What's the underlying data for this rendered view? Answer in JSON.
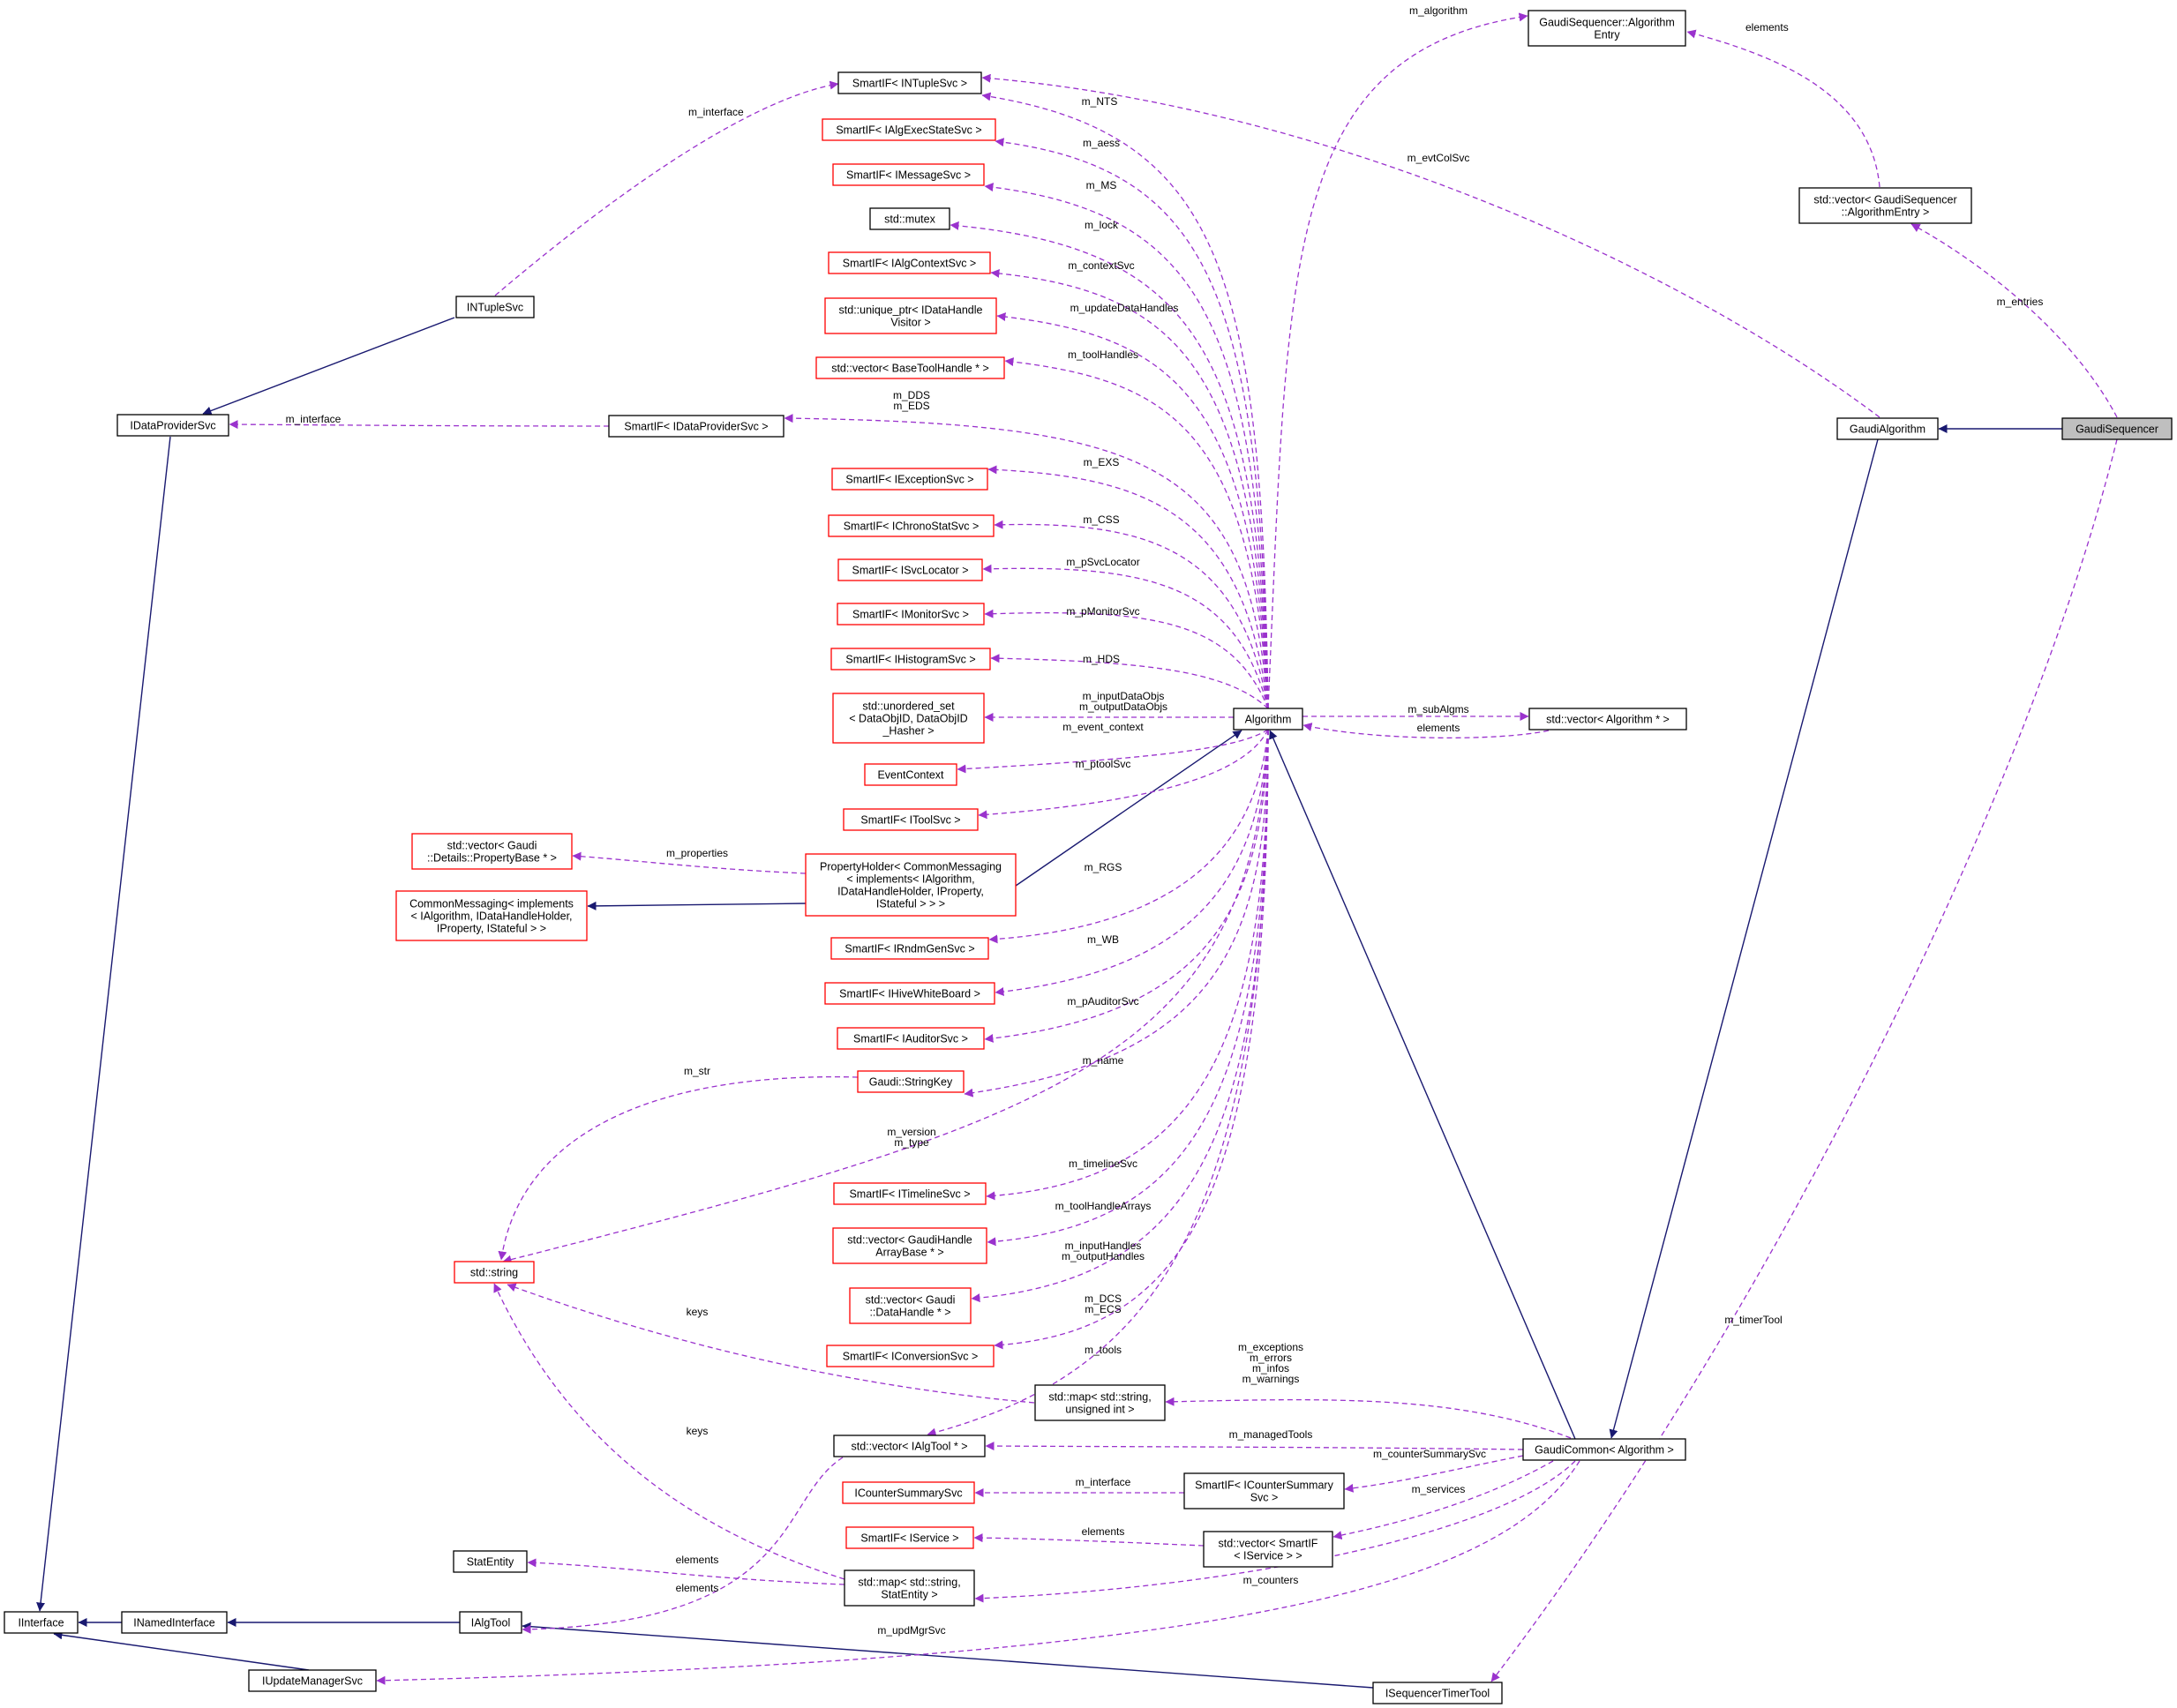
{
  "colors": {
    "inheritance_edge": "#191970",
    "usage_edge": "#9a32cd",
    "incomplete_node_border": "#ff0000",
    "documented_node_border": "#000000",
    "focus_node_fill": "#bfbfbf"
  },
  "nodes": {
    "gaudi_sequencer": "GaudiSequencer",
    "gaudi_algorithm": "GaudiAlgorithm",
    "algorithm": "Algorithm",
    "gaudi_common": "GaudiCommon< Algorithm >",
    "algorithm_entry": [
      "GaudiSequencer::Algorithm",
      "Entry"
    ],
    "vector_algorithm_entry": [
      "std::vector< GaudiSequencer",
      "::AlgorithmEntry >"
    ],
    "vector_algorithm_ptr": "std::vector< Algorithm * >",
    "smartif_intuplesvc": "SmartIF< INTupleSvc >",
    "smartif_ialgexecstatesvc": "SmartIF< IAlgExecStateSvc >",
    "smartif_imessagesvc": "SmartIF< IMessageSvc >",
    "std_mutex": "std::mutex",
    "smartif_ialgcontextsvc": "SmartIF< IAlgContextSvc >",
    "unique_ptr_idatahandlevisitor": [
      "std::unique_ptr< IDataHandle",
      "Visitor >"
    ],
    "vector_basetoolhandle": "std::vector< BaseToolHandle * >",
    "smartif_idataprovidersvc": "SmartIF< IDataProviderSvc >",
    "smartif_iexceptionsvc": "SmartIF< IExceptionSvc >",
    "smartif_ichronostatsvc": "SmartIF< IChronoStatSvc >",
    "smartif_isvclocator": "SmartIF< ISvcLocator >",
    "smartif_imonitorsvc": "SmartIF< IMonitorSvc >",
    "smartif_ihistogramsvc": "SmartIF< IHistogramSvc >",
    "unordered_set_dataobjid": [
      "std::unordered_set",
      "< DataObjID, DataObjID",
      "_Hasher >"
    ],
    "event_context": "EventContext",
    "smartif_itoolsvc": "SmartIF< IToolSvc >",
    "property_holder": [
      "PropertyHolder< CommonMessaging",
      "< implements< IAlgorithm,",
      "IDataHandleHolder, IProperty,",
      "IStateful > > >"
    ],
    "vector_propertybase": [
      "std::vector< Gaudi",
      "::Details::PropertyBase * >"
    ],
    "common_messaging": [
      "CommonMessaging< implements",
      "< IAlgorithm, IDataHandleHolder,",
      "IProperty, IStateful > >"
    ],
    "smartif_irndmgensvc": "SmartIF< IRndmGenSvc >",
    "smartif_ihivewhiteboard": "SmartIF< IHiveWhiteBoard >",
    "smartif_iauditorsvc": "SmartIF< IAuditorSvc >",
    "gaudi_stringkey": "Gaudi::StringKey",
    "smartif_itimelinesvc": "SmartIF< ITimelineSvc >",
    "vector_gaudihandlearraybase": [
      "std::vector< GaudiHandle",
      "ArrayBase * >"
    ],
    "vector_datahandle": [
      "std::vector< Gaudi",
      "::DataHandle * >"
    ],
    "smartif_iconversionsvc": "SmartIF< IConversionSvc >",
    "std_string": "std::string",
    "map_string_uint": [
      "std::map< std::string,",
      "unsigned int >"
    ],
    "vector_ialgtool": "std::vector< IAlgTool * >",
    "icountersummarysvc": "ICounterSummarySvc",
    "smartif_icountersummarysvc": [
      "SmartIF< ICounterSummary",
      "Svc >"
    ],
    "smartif_iservice": "SmartIF< IService >",
    "vector_smartif_iservice": [
      "std::vector< SmartIF",
      "< IService > >"
    ],
    "stat_entity": "StatEntity",
    "map_string_statentity": [
      "std::map< std::string,",
      "StatEntity >"
    ],
    "intuplesvc": "INTupleSvc",
    "idataprovidersvc": "IDataProviderSvc",
    "iinterface": "IInterface",
    "inamedinterface": "INamedInterface",
    "ialgtool": "IAlgTool",
    "iupdatemanagersvc": "IUpdateManagerSvc",
    "isequencertimertool": "ISequencerTimerTool"
  },
  "edge_labels": {
    "m_algorithm": "m_algorithm",
    "elements_entry": "elements",
    "m_interface_ntuple": "m_interface",
    "m_nts": "m_NTS",
    "m_evtcolsvc": "m_evtColSvc",
    "m_aess": "m_aess",
    "m_ms": "m_MS",
    "m_lock": "m_lock",
    "m_contextsvc": "m_contextSvc",
    "m_updatedatahandles": "m_updateDataHandles",
    "m_toolhandles": "m_toolHandles",
    "m_dds_eds": [
      "m_DDS",
      "m_EDS"
    ],
    "m_interface_dps": "m_interface",
    "m_entries": "m_entries",
    "m_exs": "m_EXS",
    "m_css": "m_CSS",
    "m_psvclocator": "m_pSvcLocator",
    "m_pmonitorsvc": "m_pMonitorSvc",
    "m_hds": "m_HDS",
    "m_data_objs": [
      "m_inputDataObjs",
      "m_outputDataObjs"
    ],
    "m_event_context": "m_event_context",
    "m_subalgms": "m_subAlgms",
    "elements_subalgms": "elements",
    "m_ptoolsvc": "m_ptoolSvc",
    "m_properties": "m_properties",
    "m_rgs": "m_RGS",
    "m_wb": "m_WB",
    "m_pauditorsvc": "m_pAuditorSvc",
    "m_str": "m_str",
    "m_name": "m_name",
    "m_version_type": [
      "m_version",
      "m_type"
    ],
    "m_timelinesvc": "m_timelineSvc",
    "m_toolhandlearrays": "m_toolHandleArrays",
    "m_handles": [
      "m_inputHandles",
      "m_outputHandles"
    ],
    "m_dcs_ecs": [
      "m_DCS",
      "m_ECS"
    ],
    "keys_upper": "keys",
    "m_tools": "m_tools",
    "m_timertool": "m_timerTool",
    "m_messages": [
      "m_exceptions",
      "m_errors",
      "m_infos",
      "m_warnings"
    ],
    "m_managedtools": "m_managedTools",
    "keys_lower": "keys",
    "m_countersummarysvc": "m_counterSummarySvc",
    "m_interface_counter": "m_interface",
    "m_services": "m_services",
    "elements_service": "elements",
    "elements_statentity": "elements",
    "m_counters": "m_counters",
    "elements_ialgtool": "elements",
    "m_updmgrsvc": "m_updMgrSvc"
  }
}
